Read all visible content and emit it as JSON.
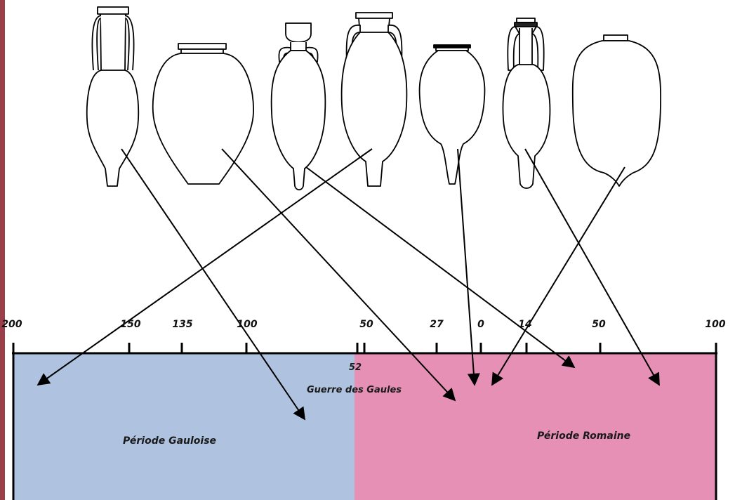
{
  "timeline": {
    "ticks": [
      "200",
      "150",
      "135",
      "100",
      "50",
      "27",
      "0",
      "14",
      "50",
      "100"
    ],
    "event_year": "52",
    "event_label": "Guerre des Gaules",
    "period_gaulish": "Période Gauloise",
    "period_roman": "Période Romaine"
  },
  "colors": {
    "gaulish": "#afc3e1",
    "roman": "#e690b6",
    "edge": "#9a3f4a",
    "stroke": "#000000"
  },
  "amphorae": [
    {
      "name": "amphora-1-icon"
    },
    {
      "name": "amphora-2-icon"
    },
    {
      "name": "amphora-3-icon"
    },
    {
      "name": "amphora-4-icon"
    },
    {
      "name": "amphora-5-icon"
    },
    {
      "name": "amphora-6-icon"
    },
    {
      "name": "amphora-7-icon"
    }
  ]
}
